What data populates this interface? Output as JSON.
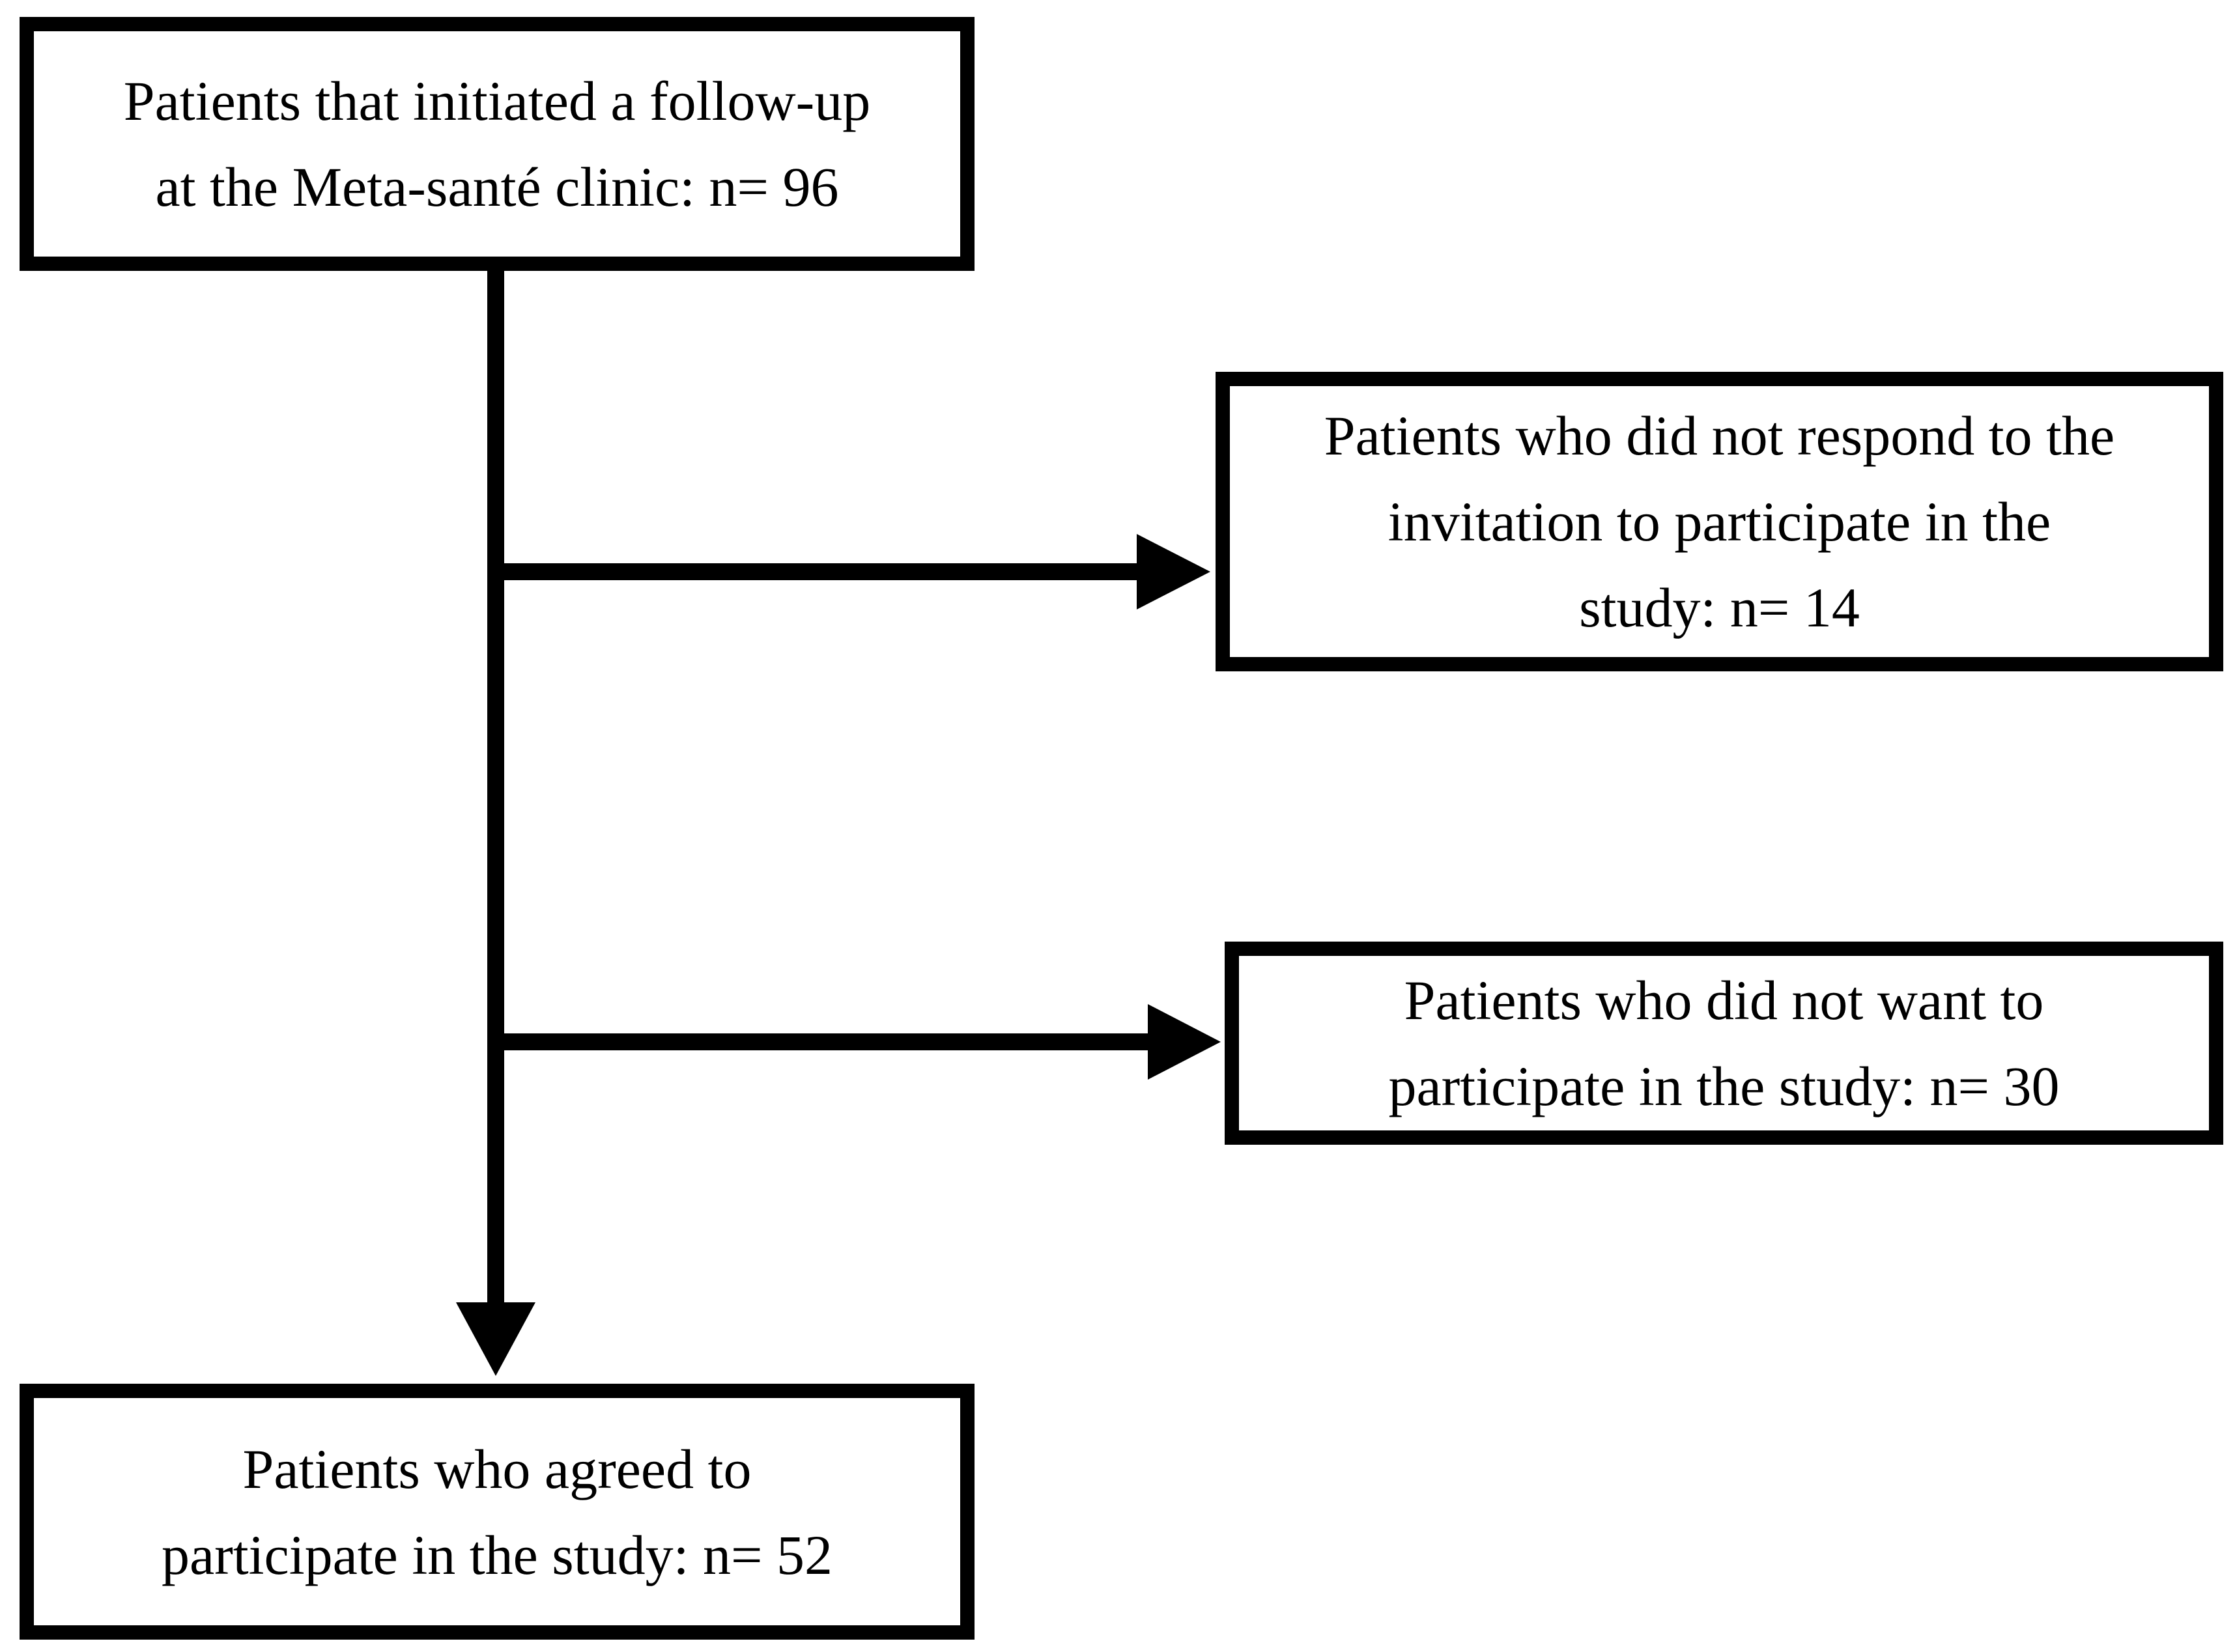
{
  "flowchart": {
    "start": "Patients that initiated a follow-up\nat the Meta-santé clinic: n= 96",
    "no_response": "Patients who did not respond to the\ninvitation to participate in the\nstudy: n= 14",
    "not_want": "Patients who did not want to\nparticipate in the study:  n= 30",
    "agreed": "Patients who agreed to\nparticipate in the study: n= 52"
  }
}
